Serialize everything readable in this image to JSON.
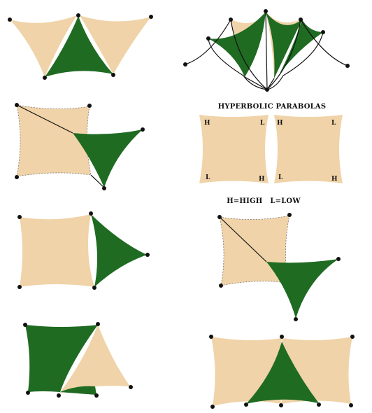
{
  "title": "HYPERBOLIC PARABOLAS",
  "legend": "H=HIGH   L=LOW",
  "corner_labels": {
    "left": {
      "tl": "H",
      "tr": "L",
      "bl": "L",
      "br": "H"
    },
    "right": {
      "tl": "H",
      "tr": "L",
      "bl": "L",
      "br": "H"
    }
  },
  "colors": {
    "tan": "#f0d3a8",
    "green": "#1f6b22",
    "post": "#111111",
    "background": "#ffffff"
  }
}
